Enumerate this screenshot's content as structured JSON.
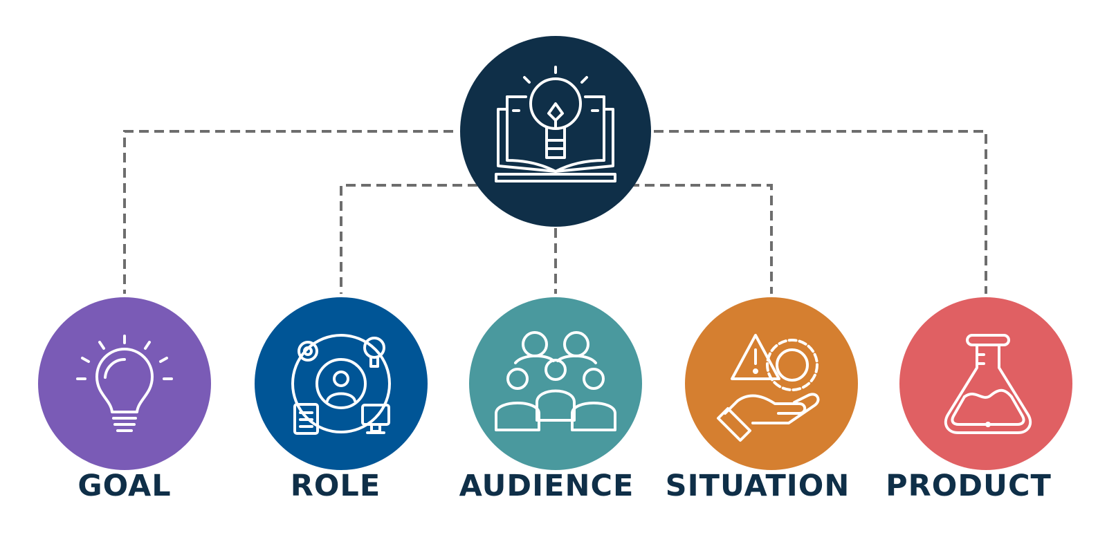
{
  "diagram": {
    "center": {
      "icon": "open-book-lightbulb-icon",
      "color": "#0f2f48"
    },
    "connector_color": "#6d6d6d",
    "nodes": [
      {
        "id": "goal",
        "label": "GOAL",
        "icon": "lightbulb-icon",
        "color": "#7a5bb6"
      },
      {
        "id": "role",
        "label": "ROLE",
        "icon": "user-roles-icon",
        "color": "#005596"
      },
      {
        "id": "audience",
        "label": "AUDIENCE",
        "icon": "group-people-icon",
        "color": "#4a999e"
      },
      {
        "id": "situation",
        "label": "SITUATION",
        "icon": "hand-warning-gear-icon",
        "color": "#d57f30"
      },
      {
        "id": "product",
        "label": "PRODUCT",
        "icon": "flask-icon",
        "color": "#e06063"
      }
    ]
  }
}
